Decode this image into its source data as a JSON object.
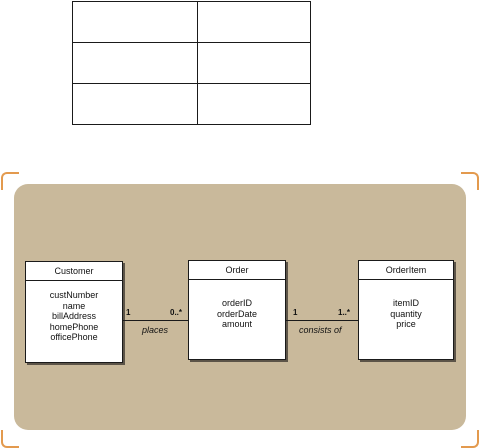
{
  "classes": {
    "customer": {
      "name": "Customer",
      "attributes": [
        "custNumber",
        "name",
        "billAddress",
        "homePhone",
        "officePhone"
      ]
    },
    "order": {
      "name": "Order",
      "attributes": [
        "orderID",
        "orderDate",
        "amount"
      ]
    },
    "orderitem": {
      "name": "OrderItem",
      "attributes": [
        "itemID",
        "quantity",
        "price"
      ]
    }
  },
  "associations": [
    {
      "from_mult": "1",
      "to_mult": "0..*",
      "label": "places"
    },
    {
      "from_mult": "1",
      "to_mult": "1..*",
      "label": "consists of"
    }
  ],
  "colors": {
    "panel": "#c9b99b",
    "frame_corners": "#e39a4e",
    "box": "#ffffff",
    "stroke": "#1a1a1a"
  }
}
